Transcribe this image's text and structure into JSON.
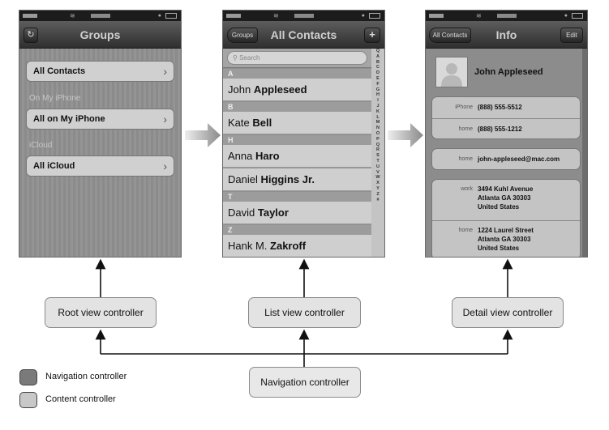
{
  "root": {
    "nav_title": "Groups",
    "refresh_icon": "refresh-icon",
    "cells": [
      {
        "label": "All Contacts"
      },
      {
        "label": "All on My iPhone"
      },
      {
        "label": "All iCloud"
      }
    ],
    "headers": [
      "On My iPhone",
      "iCloud"
    ]
  },
  "list": {
    "back_label": "Groups",
    "nav_title": "All Contacts",
    "add_label": "+",
    "search_placeholder": "Search",
    "sections": [
      {
        "letter": "A",
        "first": "John",
        "last": "Appleseed"
      },
      {
        "letter": "B",
        "first": "Kate",
        "last": "Bell"
      },
      {
        "letter": "H",
        "first": "Anna",
        "last": "Haro"
      },
      {
        "letter": "",
        "first": "Daniel",
        "last": "Higgins Jr."
      },
      {
        "letter": "T",
        "first": "David",
        "last": "Taylor"
      },
      {
        "letter": "Z",
        "first": "Hank M.",
        "last": "Zakroff"
      }
    ],
    "index": [
      "Q",
      "A",
      "B",
      "C",
      "D",
      "E",
      "F",
      "G",
      "H",
      "I",
      "J",
      "K",
      "L",
      "M",
      "N",
      "O",
      "P",
      "Q",
      "R",
      "S",
      "T",
      "U",
      "V",
      "W",
      "X",
      "Y",
      "Z",
      "#"
    ]
  },
  "detail": {
    "back_label": "All Contacts",
    "nav_title": "Info",
    "edit_label": "Edit",
    "name": "John Appleseed",
    "phones": [
      {
        "label": "iPhone",
        "value": "(888) 555-5512"
      },
      {
        "label": "home",
        "value": "(888) 555-1212"
      }
    ],
    "email": {
      "label": "home",
      "value": "john-appleseed@mac.com"
    },
    "addresses": [
      {
        "label": "work",
        "line1": "3494 Kuhl Avenue",
        "line2": "Atlanta GA 30303",
        "line3": "United States"
      },
      {
        "label": "home",
        "line1": "1224 Laurel Street",
        "line2": "Atlanta GA 30303",
        "line3": "United States"
      }
    ]
  },
  "controllers": {
    "root": "Root view controller",
    "list": "List view controller",
    "detail": "Detail view controller",
    "navigation": "Navigation controller"
  },
  "legend": [
    {
      "label": "Navigation controller",
      "color": "#7a7a7a"
    },
    {
      "label": "Content controller",
      "color": "#c8c8c8"
    }
  ]
}
